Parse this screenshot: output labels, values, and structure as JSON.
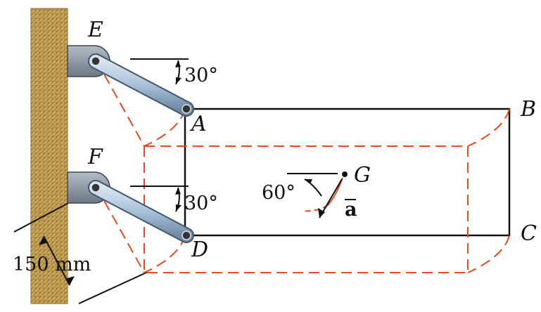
{
  "points": {
    "E": "E",
    "F": "F",
    "A": "A",
    "B": "B",
    "C": "C",
    "D": "D",
    "G": "G"
  },
  "angles": {
    "upper_link": "30°",
    "lower_link": "30°",
    "acceleration": "60°"
  },
  "vector_label": "a",
  "dimension": "150 mm",
  "colors": {
    "wall": "#c9a75a",
    "wall_hatch": "#8f6e2a",
    "link": "#a9c1d9",
    "link_dark": "#40566e",
    "bracket": "#8b96a3",
    "dashed": "#e8491d",
    "line": "#111111"
  }
}
